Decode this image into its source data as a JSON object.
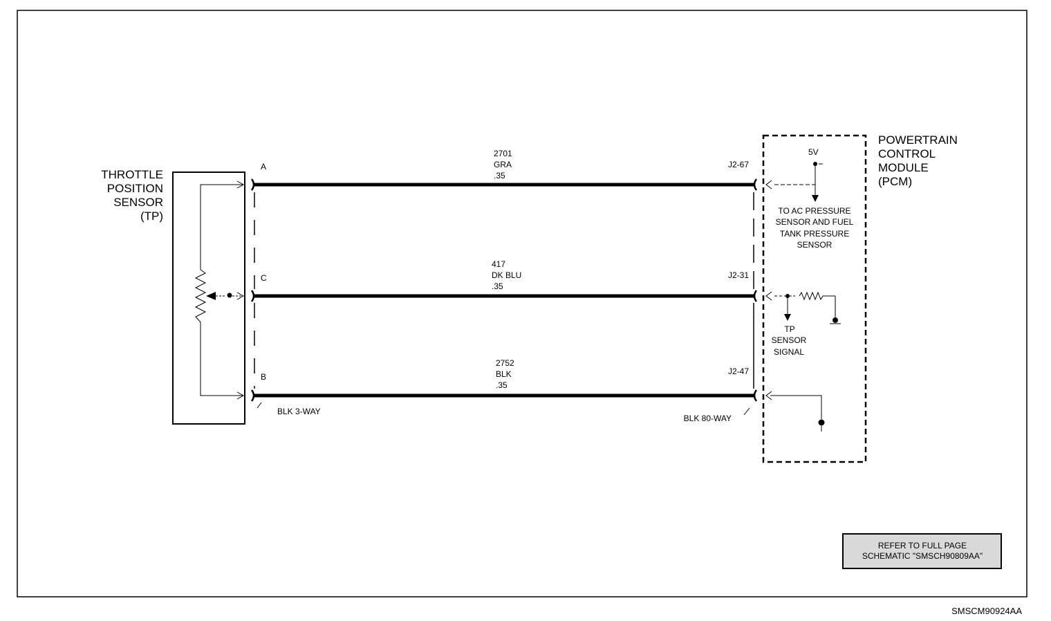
{
  "sensor": {
    "title_line1": "THROTTLE",
    "title_line2": "POSITION",
    "title_line3": "SENSOR",
    "title_line4": "(TP)"
  },
  "pcm": {
    "title_line1": "POWERTRAIN",
    "title_line2": "CONTROL",
    "title_line3": "MODULE",
    "title_line4": "(PCM)",
    "voltage": "5V",
    "ref_note_line1": "TO AC PRESSURE",
    "ref_note_line2": "SENSOR AND FUEL",
    "ref_note_line3": "TANK PRESSURE",
    "ref_note_line4": "SENSOR",
    "signal_line1": "TP",
    "signal_line2": "SENSOR",
    "signal_line3": "SIGNAL"
  },
  "wires": [
    {
      "pin": "A",
      "circuit": "2701",
      "color": "GRA",
      "gauge": ".35",
      "pcm_pin": "J2-67"
    },
    {
      "pin": "C",
      "circuit": "417",
      "color": "DK BLU",
      "gauge": ".35",
      "pcm_pin": "J2-31"
    },
    {
      "pin": "B",
      "circuit": "2752",
      "color": "BLK",
      "gauge": ".35",
      "pcm_pin": "J2-47"
    }
  ],
  "connectors": {
    "sensor_side": "BLK 3-WAY",
    "pcm_side": "BLK 80-WAY"
  },
  "reference_box": {
    "line1": "REFER TO FULL PAGE",
    "line2": "SCHEMATIC \"SMSCH90809AA\""
  },
  "figure_id": "SMSCM90924AA"
}
